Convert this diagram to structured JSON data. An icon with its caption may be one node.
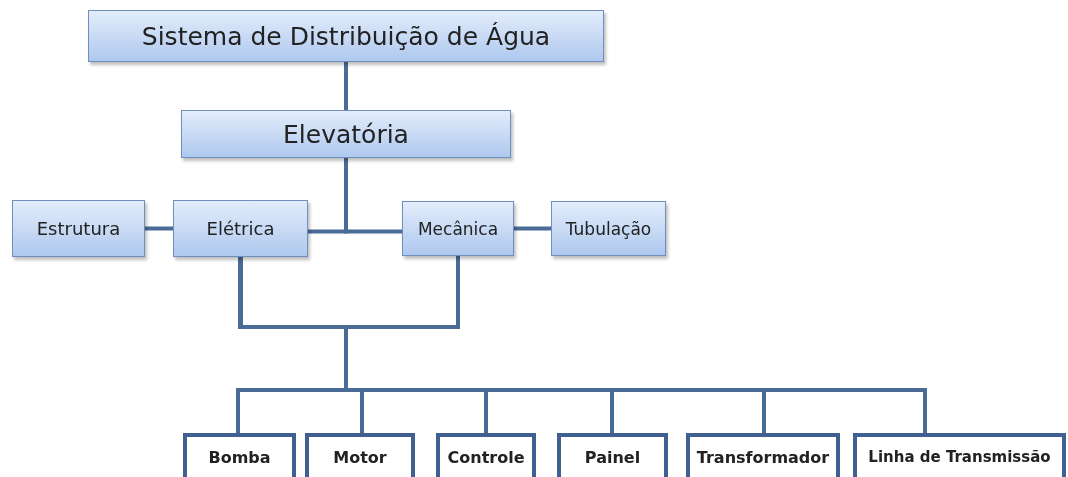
{
  "diagram": {
    "nodes": [
      {
        "text": [
          "Sistema de Distribuição de  Água"
        ]
      },
      {
        "text": [
          "Elevatória"
        ]
      },
      {
        "text": [
          "Estrutura"
        ]
      },
      {
        "text": [
          "Elétrica"
        ]
      },
      {
        "text": [
          "Mecânica"
        ]
      },
      {
        "text": [
          "Tubulação"
        ]
      },
      {
        "text": [
          "Bomba"
        ]
      },
      {
        "text": [
          "Motor"
        ]
      },
      {
        "text": [
          "Controle"
        ]
      },
      {
        "text": [
          "Painel"
        ]
      },
      {
        "text": [
          "Transformador"
        ]
      },
      {
        "text": [
          "Linha de Transmissão"
        ]
      }
    ],
    "edges": [
      {
        "from": 0,
        "to": 1,
        "arrow": "none"
      },
      {
        "from": 1,
        "to": 3,
        "arrow": "none"
      },
      {
        "from": 1,
        "to": 4,
        "arrow": "none"
      },
      {
        "from": 3,
        "to": 2,
        "arrow": "none"
      },
      {
        "from": 4,
        "to": 5,
        "arrow": "none"
      },
      {
        "from": 3,
        "to": 6,
        "arrow": "none"
      },
      {
        "from": 3,
        "to": 7,
        "arrow": "none"
      },
      {
        "from": 3,
        "to": 8,
        "arrow": "none"
      },
      {
        "from": 3,
        "to": 9,
        "arrow": "none"
      },
      {
        "from": 3,
        "to": 10,
        "arrow": "none"
      },
      {
        "from": 3,
        "to": 11,
        "arrow": "none"
      },
      {
        "from": 4,
        "to": 6,
        "arrow": "none"
      },
      {
        "from": 4,
        "to": 7,
        "arrow": "none"
      },
      {
        "from": 4,
        "to": 8,
        "arrow": "none"
      },
      {
        "from": 4,
        "to": 9,
        "arrow": "none"
      },
      {
        "from": 4,
        "to": 10,
        "arrow": "none"
      },
      {
        "from": 4,
        "to": 11,
        "arrow": "none"
      }
    ]
  }
}
